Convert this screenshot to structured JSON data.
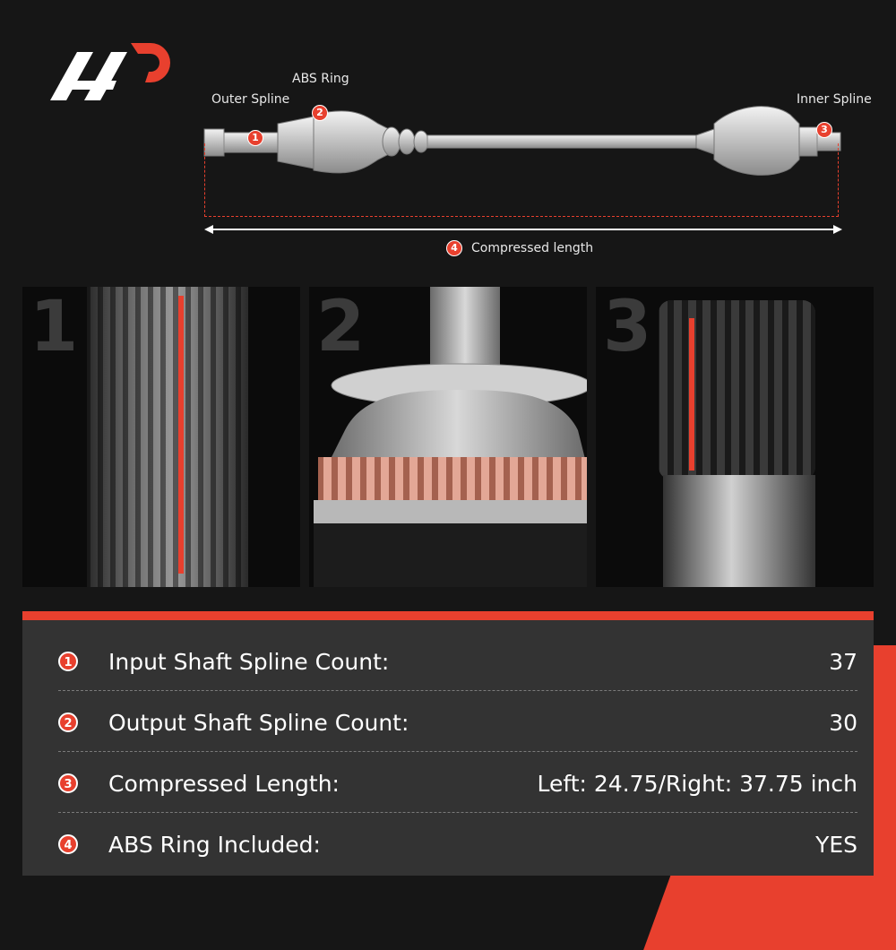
{
  "brand": {
    "accent_color": "#e8402e"
  },
  "diagram": {
    "outer_spline_label": "Outer Spline",
    "abs_ring_label": "ABS Ring",
    "inner_spline_label": "Inner Spline",
    "compressed_length_label": "Compressed length",
    "badges": [
      "1",
      "2",
      "3",
      "4"
    ]
  },
  "panels": [
    {
      "number": "1"
    },
    {
      "number": "2"
    },
    {
      "number": "3"
    }
  ],
  "specs": [
    {
      "index": "1",
      "label": "Input Shaft Spline Count:",
      "value": "37"
    },
    {
      "index": "2",
      "label": "Output Shaft Spline Count:",
      "value": "30"
    },
    {
      "index": "3",
      "label": "Compressed Length:",
      "value": "Left: 24.75/Right: 37.75 inch"
    },
    {
      "index": "4",
      "label": "ABS Ring Included:",
      "value": "YES"
    }
  ]
}
